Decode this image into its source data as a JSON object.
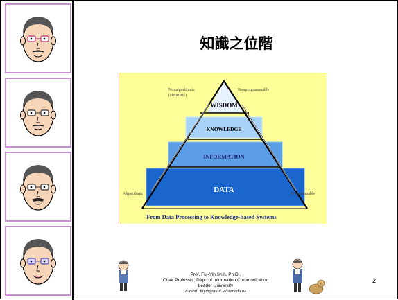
{
  "slide": {
    "title": "知識之位階",
    "page_number": "2"
  },
  "pyramid": {
    "levels": [
      {
        "label": "WISDOM"
      },
      {
        "label": "KNOWLEDGE"
      },
      {
        "label": "INFORMATION"
      },
      {
        "label": "DATA"
      }
    ],
    "left_top_label_1": "Nonalgorithmic",
    "left_top_label_2": "(Heuristic)",
    "right_top_label": "Nonprogrammable",
    "left_bottom_label": "Algorithmic",
    "right_bottom_label": "Programmable",
    "caption": "From Data Processing to Knowledge-based Systems"
  },
  "footer": {
    "line1": "Prof. Fu -Yih Shih, Ph.D.,",
    "line2": "Chair Professor, Dept. of Information Communication",
    "line3": "Leader University",
    "email": "E-mail: fuyih@mail.leader.edu.tw"
  },
  "colors": {
    "tile_border": "#c58fd0",
    "diagram_bg": "#ffff99",
    "level_top": "#e6f2ff",
    "level_data": "#1a66cc"
  }
}
